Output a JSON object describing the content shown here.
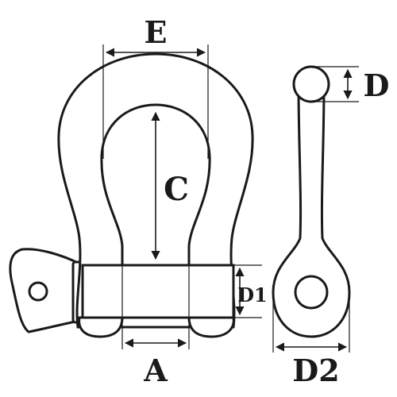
{
  "labels": {
    "a": "A",
    "c": "C",
    "d": "D",
    "d1": "D1",
    "d2": "D2",
    "e": "E"
  },
  "colors": {
    "ink": "#1a1a1a",
    "background": "#ffffff"
  }
}
